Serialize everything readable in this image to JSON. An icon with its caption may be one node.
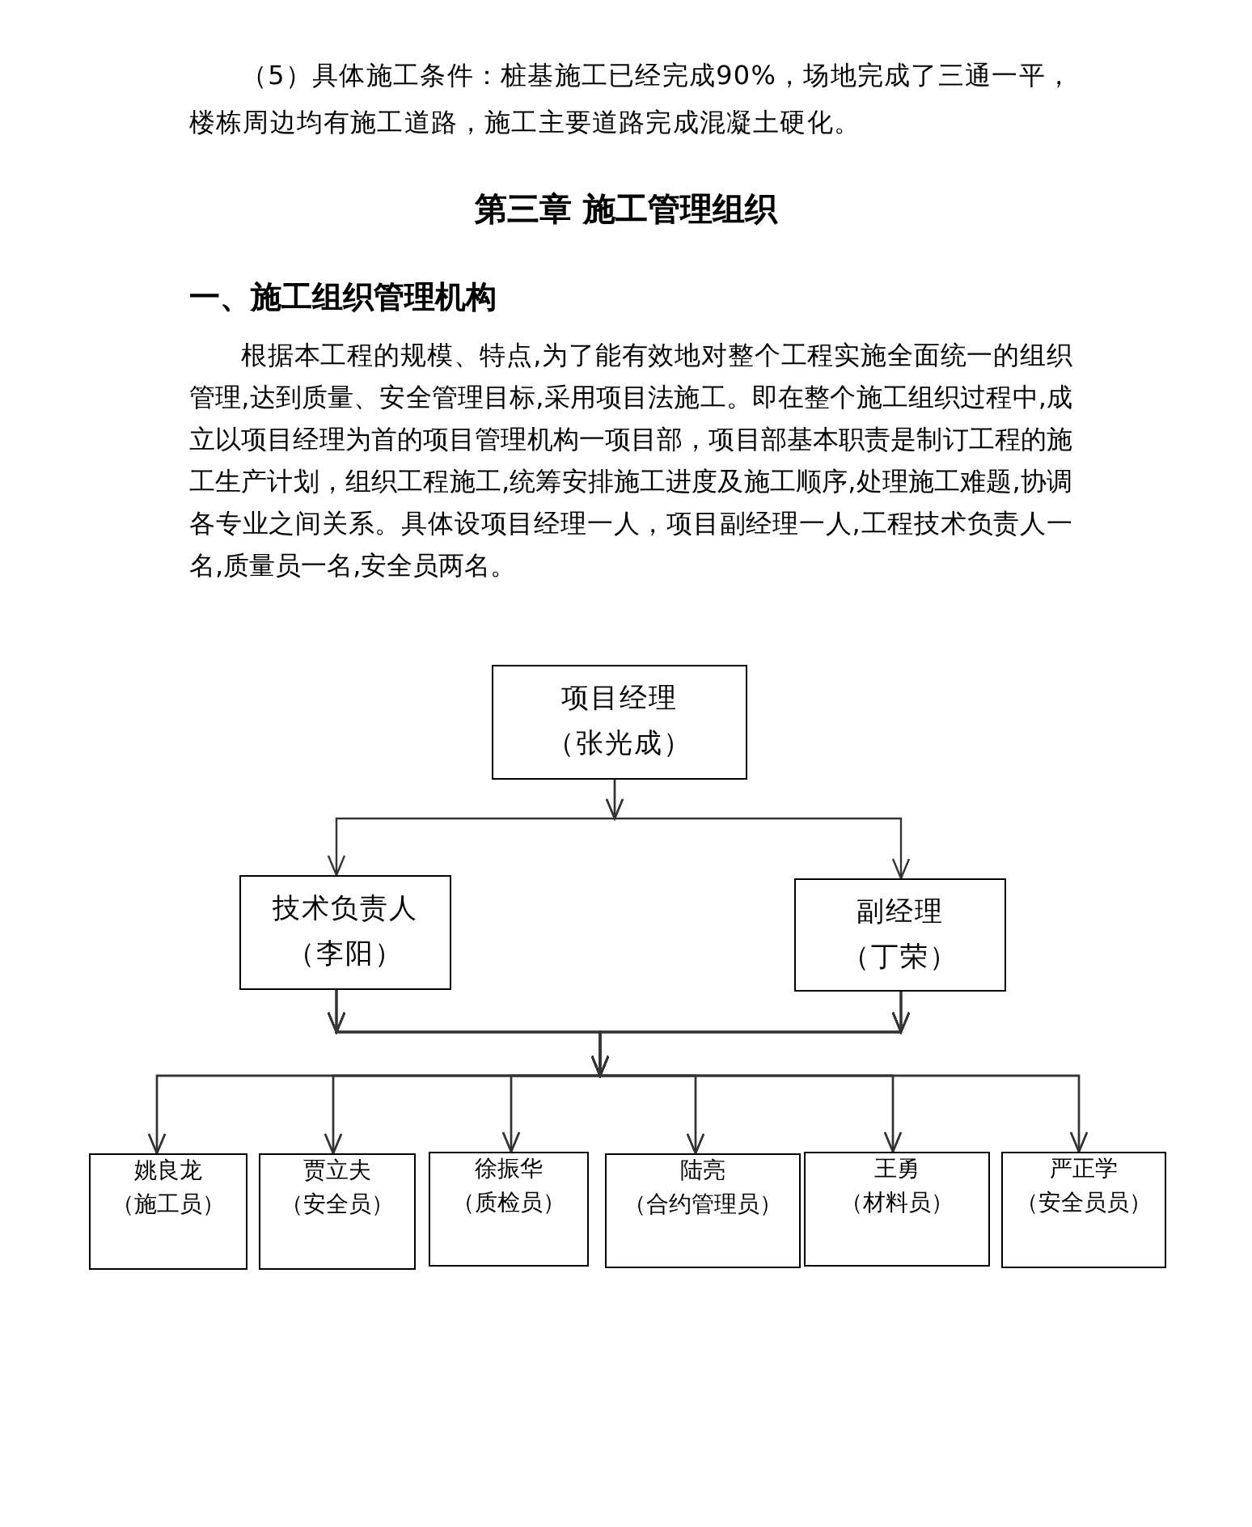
{
  "diagram": {
    "title": "第三章 施工管理组织",
    "nodes": [
      {
        "text": [
          "项目经理",
          "（张光成）"
        ]
      },
      {
        "text": [
          "技术负责人",
          "（李阳）"
        ]
      },
      {
        "text": [
          "副经理",
          "（丁荣）"
        ]
      },
      {
        "text": [
          "姚良龙",
          "（施工员）"
        ]
      },
      {
        "text": [
          "贾立夫",
          "（安全员）"
        ]
      },
      {
        "text": [
          "徐振华",
          "（质检员）"
        ]
      },
      {
        "text": [
          "陆亮",
          "（合约管理员）"
        ]
      },
      {
        "text": [
          "王勇",
          "（材料员）"
        ]
      },
      {
        "text": [
          "严正学",
          "（安全员员）"
        ]
      }
    ],
    "edges": [
      {
        "from": 0,
        "to": 1,
        "arrow": "to"
      },
      {
        "from": 0,
        "to": 2,
        "arrow": "to"
      },
      {
        "from": 1,
        "to": 3,
        "arrow": "to"
      },
      {
        "from": 1,
        "to": 4,
        "arrow": "to"
      },
      {
        "from": 1,
        "to": 5,
        "arrow": "to"
      },
      {
        "from": 1,
        "to": 6,
        "arrow": "to"
      },
      {
        "from": 1,
        "to": 7,
        "arrow": "to"
      },
      {
        "from": 1,
        "to": 8,
        "arrow": "to"
      },
      {
        "from": 2,
        "to": 3,
        "arrow": "to"
      },
      {
        "from": 2,
        "to": 4,
        "arrow": "to"
      },
      {
        "from": 2,
        "to": 5,
        "arrow": "to"
      },
      {
        "from": 2,
        "to": 6,
        "arrow": "to"
      },
      {
        "from": 2,
        "to": 7,
        "arrow": "to"
      },
      {
        "from": 2,
        "to": 8,
        "arrow": "to"
      }
    ],
    "labels": [
      "（5）具体施工条件：桩基施工已经完成90%，场地完成了三通一平，楼栋周边均有施工道路，施工主要道路完成混凝土硬化。",
      "一、施工组织管理机构",
      "根据本工程的规模、特点,为了能有效地对整个工程实施全面统一的组织管理,达到质量、安全管理目标,采用项目法施工。即在整个施工组织过程中,成立以项目经理为首的项目管理机构一项目部，项目部基本职责是制订工程的施工生产计划，组织工程施工,统筹安排施工进度及施工顺序,处理施工难题,协调各专业之间关系。具体设项目经理一人，项目副经理一人,工程技术负责人一名,质量员一名,安全员两名。"
    ]
  }
}
